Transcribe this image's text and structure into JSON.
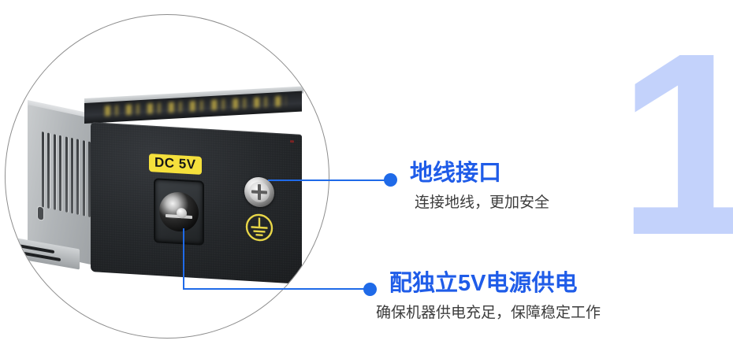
{
  "watermark": {
    "number": "1"
  },
  "product_photo": {
    "alt_name": "device-rear-panel-closeup",
    "labels": {
      "dc_power": "DC 5V"
    },
    "parts": {
      "dc_jack": "dc-power-jack",
      "ground_screw": "ground-screw",
      "earth_symbol": "protective-earth-symbol",
      "vents": "ventilation-slots",
      "bracket": "mounting-bracket"
    }
  },
  "callouts": [
    {
      "title": "地线接口",
      "subtitle": "连接地线，更加安全"
    },
    {
      "title": "配独立5V电源供电",
      "subtitle": "确保机器供电充足，保障稳定工作"
    }
  ],
  "colors": {
    "accent_blue": "#1f5ce8",
    "bullet_blue": "#1f6ae8",
    "watermark_blue": "#c3d2fb",
    "label_yellow": "#f5e03c",
    "subtitle_gray": "#3c3c3c",
    "circle_border": "#8d8d8d"
  }
}
